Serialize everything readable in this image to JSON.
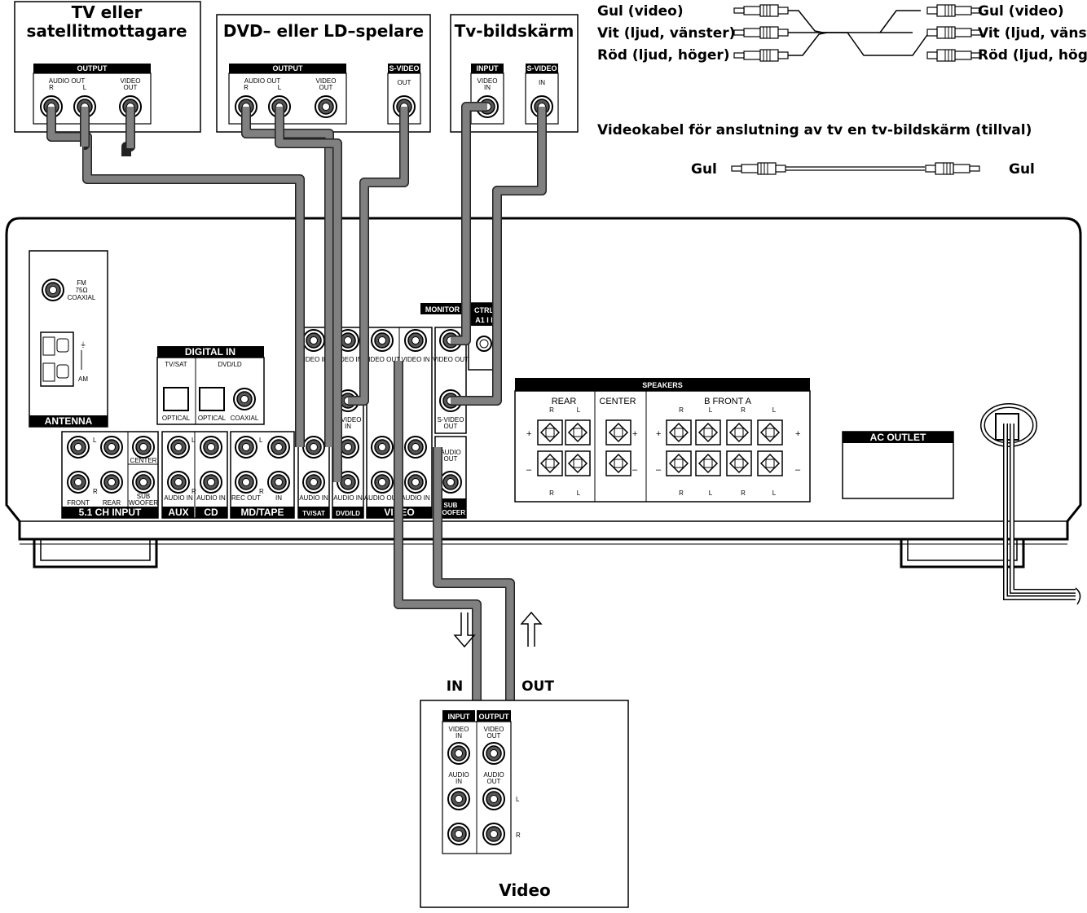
{
  "devices": {
    "tv_sat": {
      "title_line1": "TV eller",
      "title_line2": "satellitmottagare",
      "output": "OUTPUT",
      "audio_out": "AUDIO OUT",
      "r": "R",
      "l": "L",
      "video_out_1": "VIDEO",
      "video_out_2": "OUT"
    },
    "dvd": {
      "title": "DVD– eller LD–spelare",
      "output": "OUTPUT",
      "audio_out": "AUDIO OUT",
      "r": "R",
      "l": "L",
      "video_out_1": "VIDEO",
      "video_out_2": "OUT",
      "svideo": "S-VIDEO",
      "out": "OUT"
    },
    "tv_monitor": {
      "title": "Tv-bildskärm",
      "input": "INPUT",
      "video_in_1": "VIDEO",
      "video_in_2": "IN",
      "svideo": "S-VIDEO",
      "in": "IN"
    },
    "video": {
      "title": "Video",
      "input": "INPUT",
      "output": "OUTPUT",
      "video_in_1": "VIDEO",
      "video_in_2": "IN",
      "video_out_1": "VIDEO",
      "video_out_2": "OUT",
      "audio_in_1": "AUDIO",
      "audio_in_2": "IN",
      "audio_out_1": "AUDIO",
      "audio_out_2": "OUT",
      "l": "L",
      "r": "R"
    }
  },
  "legend": {
    "left": [
      "Gul (video)",
      "Vit (ljud, vänster)",
      "Röd (ljud, höger)"
    ],
    "right": [
      "Gul (video)",
      "Vit (ljud, vänster)",
      "Röd (ljud, höger)"
    ],
    "video_cable_title": "Videokabel för anslutning av tv en tv-bildskärm (tillval)",
    "gul_left": "Gul",
    "gul_right": "Gul"
  },
  "receiver": {
    "antenna": "ANTENNA",
    "fm_1": "FM",
    "fm_2": "75Ω",
    "fm_3": "COAXIAL",
    "am": "AM",
    "digital_in": "DIGITAL IN",
    "tv_sat_small": "TV/SAT",
    "dvd_ld_small": "DVD/LD",
    "optical": "OPTICAL",
    "coaxial": "COAXIAL",
    "ch51": "5.1 CH INPUT",
    "front": "FRONT",
    "rear": "REAR",
    "center": "CENTER",
    "sub_1": "SUB",
    "sub_2": "WOOFER",
    "aux": "AUX",
    "cd": "CD",
    "mdtape": "MD/TAPE",
    "tvsat": "TV/SAT",
    "dvdld": "DVD/LD",
    "video": "VIDEO",
    "subwoofer_1": "SUB",
    "subwoofer_2": "WOOFER",
    "monitor": "MONITOR",
    "ctrl_1": "CTRL",
    "ctrl_2": "A1 I I",
    "video_in": "VIDEO IN",
    "video_out": "VIDEO OUT",
    "audio_in": "AUDIO IN",
    "audio_out": "AUDIO OUT",
    "rec_out": "REC OUT",
    "in": "IN",
    "svideo_in_1": "S-VIDEO",
    "svideo_in_2": "IN",
    "svideo_out_1": "S-VIDEO",
    "svideo_out_2": "OUT",
    "audio_out_1": "AUDIO",
    "audio_out_2": "OUT",
    "speakers": "SPEAKERS",
    "rear_big": "REAR",
    "center_big": "CENTER",
    "front_ab": "B   FRONT   A",
    "ac_outlet": "AC  OUTLET",
    "l": "L",
    "r": "R",
    "plus": "+",
    "minus": "–"
  },
  "arrows": {
    "in": "IN",
    "out": "OUT"
  }
}
